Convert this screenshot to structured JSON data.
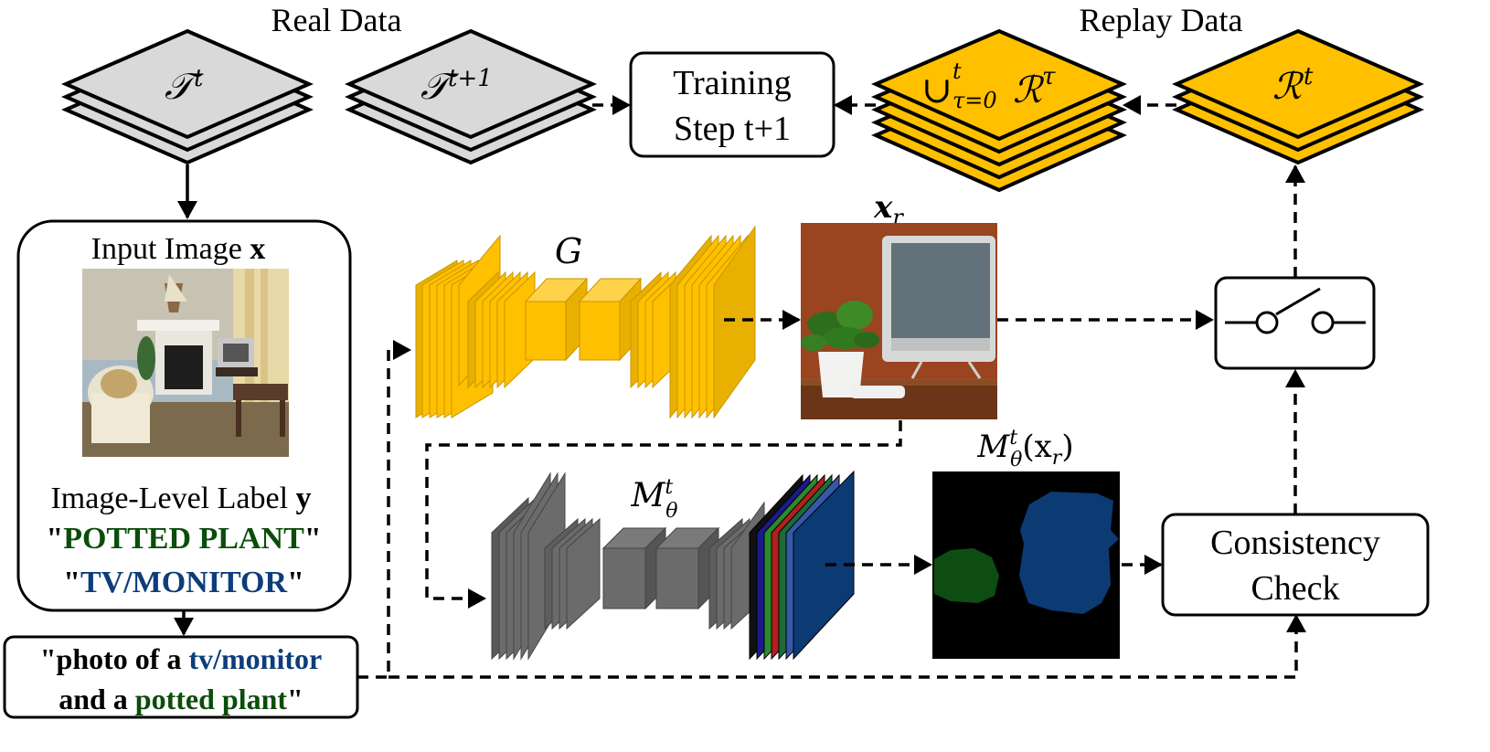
{
  "headers": {
    "real": "Real Data",
    "replay": "Replay Data"
  },
  "datasets": {
    "t": {
      "base": "𝒯",
      "sup": "t"
    },
    "t1": {
      "base": "𝒯",
      "sup": "t+1"
    },
    "union": {
      "op": "∪",
      "sup": "t",
      "sub": "τ=0",
      "base": "ℛ",
      "supr": "τ"
    },
    "rt": {
      "base": "ℛ",
      "sup": "t"
    }
  },
  "training": {
    "line1": "Training",
    "line2": "Step t+1"
  },
  "input_box": {
    "title": "Input Image",
    "title_var": "x",
    "label_title": "Image-Level Label",
    "label_var": "y",
    "label1": "POTTED PLANT",
    "label2": "TV/MONITOR"
  },
  "prompt": {
    "p1": "photo of a ",
    "p2": "tv/monitor",
    "p3": "and a ",
    "p4": "potted plant"
  },
  "generator": {
    "label": "G"
  },
  "generated": {
    "label_base": "x",
    "label_sub": "r"
  },
  "segmenter": {
    "label_base": "M",
    "label_sub": "θ",
    "label_sup": "t"
  },
  "mask": {
    "label_base": "M",
    "label_sub": "θ",
    "label_sup": "t",
    "label_arg": "(x",
    "label_arg_sub": "r",
    "label_close": ")"
  },
  "consistency": {
    "line1": "Consistency",
    "line2": "Check"
  },
  "colors": {
    "gray_layer": "#d9d9d9",
    "gold": "#ffc000",
    "gold_dark": "#c89600",
    "plant_green": "#0b4d0b",
    "tv_blue": "#0d3d7a",
    "mask_green": "#0d4d12",
    "mask_blue": "#0c3a73"
  }
}
